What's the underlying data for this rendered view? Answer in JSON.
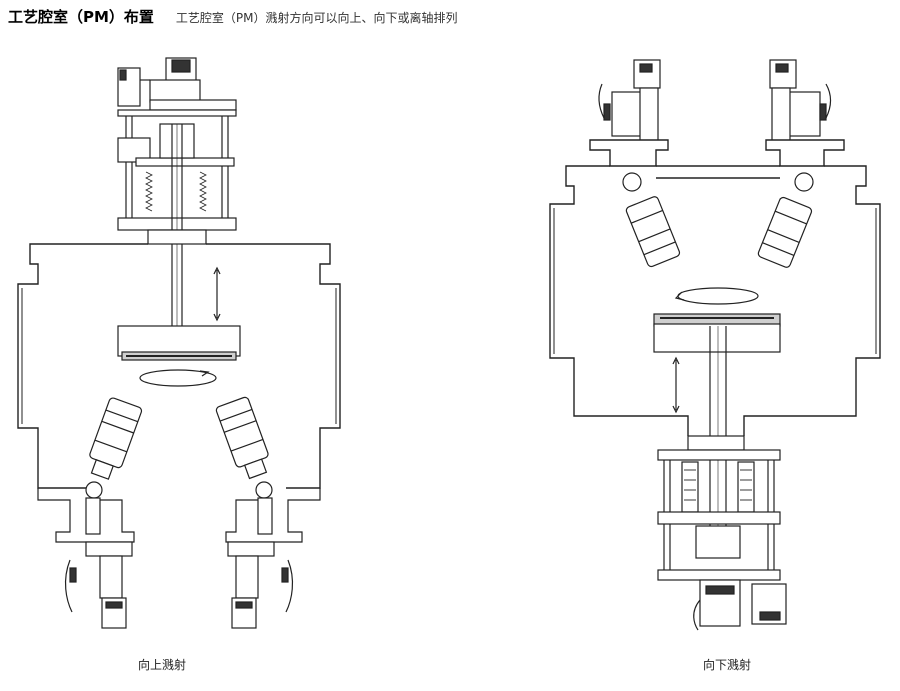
{
  "header": {
    "title": "工艺腔室（PM）布置",
    "subtitle": "工艺腔室（PM）溅射方向可以向上、向下或离轴排列"
  },
  "captions": {
    "left": "向上溅射",
    "right": "向下溅射"
  },
  "colors": {
    "line": "#222222",
    "fill_dark": "#333333",
    "fill_light": "#ffffff",
    "fill_gray": "#cfcfcf"
  }
}
